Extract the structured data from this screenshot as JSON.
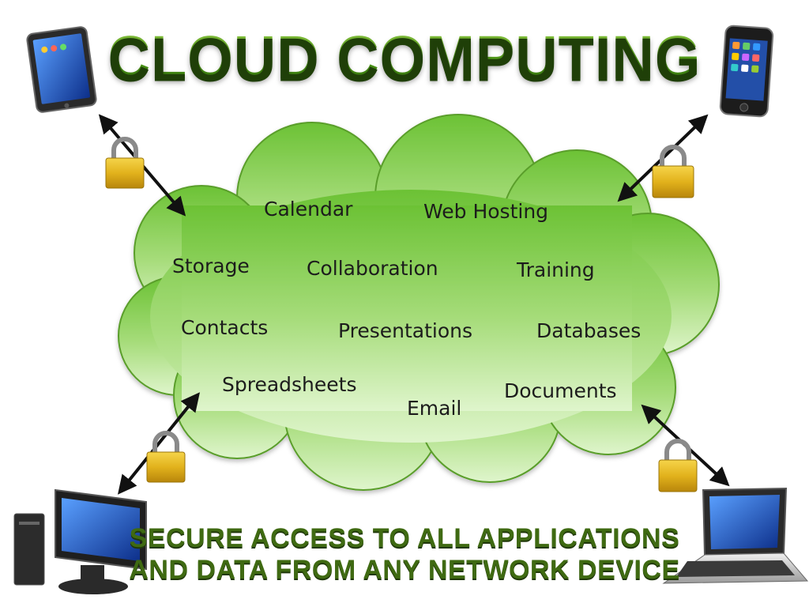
{
  "title": "CLOUD COMPUTING",
  "subtitle_line1": "SECURE ACCESS TO ALL APPLICATIONS",
  "subtitle_line2": "AND DATA FROM ANY NETWORK DEVICE",
  "cloud_services": {
    "calendar": "Calendar",
    "web_hosting": "Web Hosting",
    "storage": "Storage",
    "collaboration": "Collaboration",
    "training": "Training",
    "contacts": "Contacts",
    "presentations": "Presentations",
    "databases": "Databases",
    "spreadsheets": "Spreadsheets",
    "email": "Email",
    "documents": "Documents"
  },
  "devices": [
    "tablet-icon",
    "smartphone-icon",
    "desktop-computer-icon",
    "laptop-icon"
  ],
  "colors": {
    "cloud_top": "#6cc235",
    "cloud_bottom": "#d9f3c4",
    "title_green": "#4c8f16",
    "subtitle_green": "#3f6a12",
    "lock_gold": "#e0b020"
  }
}
